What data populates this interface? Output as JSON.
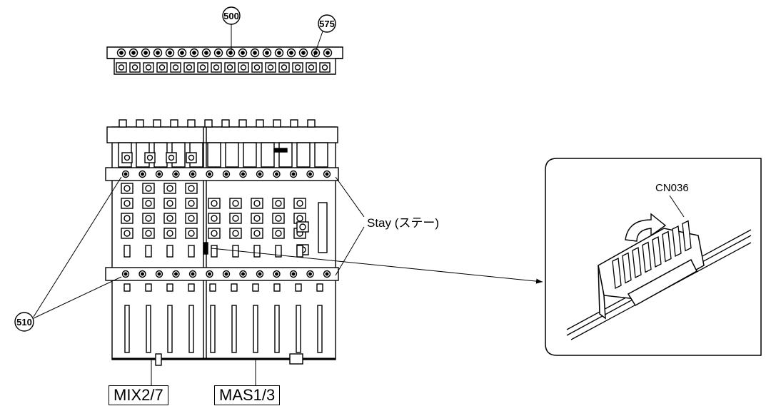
{
  "callouts": {
    "top_left": "500",
    "top_right": "575",
    "side": "510"
  },
  "labels": {
    "stay": "Stay (ステー)",
    "connector": "CN036",
    "board_left": "MIX2/7",
    "board_right": "MAS1/3"
  }
}
